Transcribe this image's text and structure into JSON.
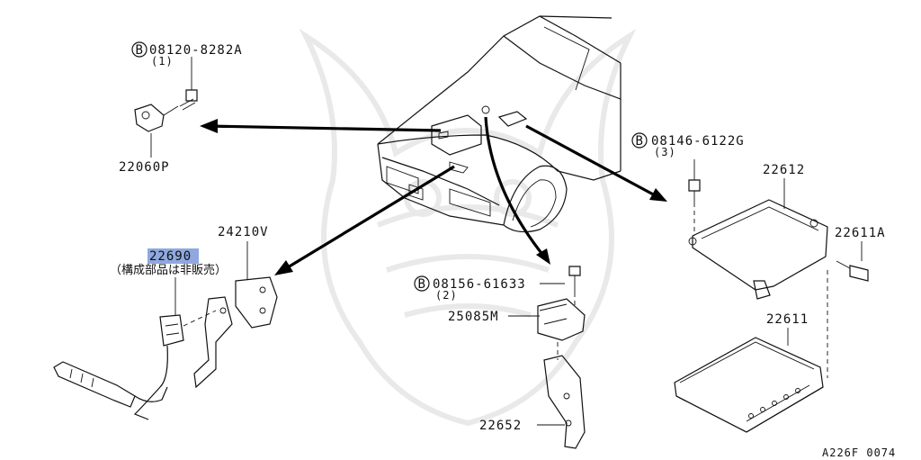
{
  "diagram_id": "A226F 0074",
  "parts": {
    "bolt_1": {
      "code": "08120-8282A",
      "qty": "(1)",
      "bolt_marker": "B"
    },
    "bolt_2": {
      "code": "08146-6122G",
      "qty": "(3)",
      "bolt_marker": "B"
    },
    "bolt_3": {
      "code": "08156-61633",
      "qty": "(2)",
      "bolt_marker": "B"
    },
    "knock_sensor": "22060P",
    "o2_sensor": "22690",
    "o2_sensor_note": "（構成部品は非販売）",
    "bracket_o2": "24210V",
    "ecm_bracket": "22612",
    "ecm_bracket_bolt": "22611A",
    "ecm": "22611",
    "map_sensor": "25085M",
    "map_sensor_bracket": "22652"
  },
  "colors": {
    "line": "#111111",
    "highlight": "#8fa8e0",
    "watermark": "#e9e9e9"
  }
}
